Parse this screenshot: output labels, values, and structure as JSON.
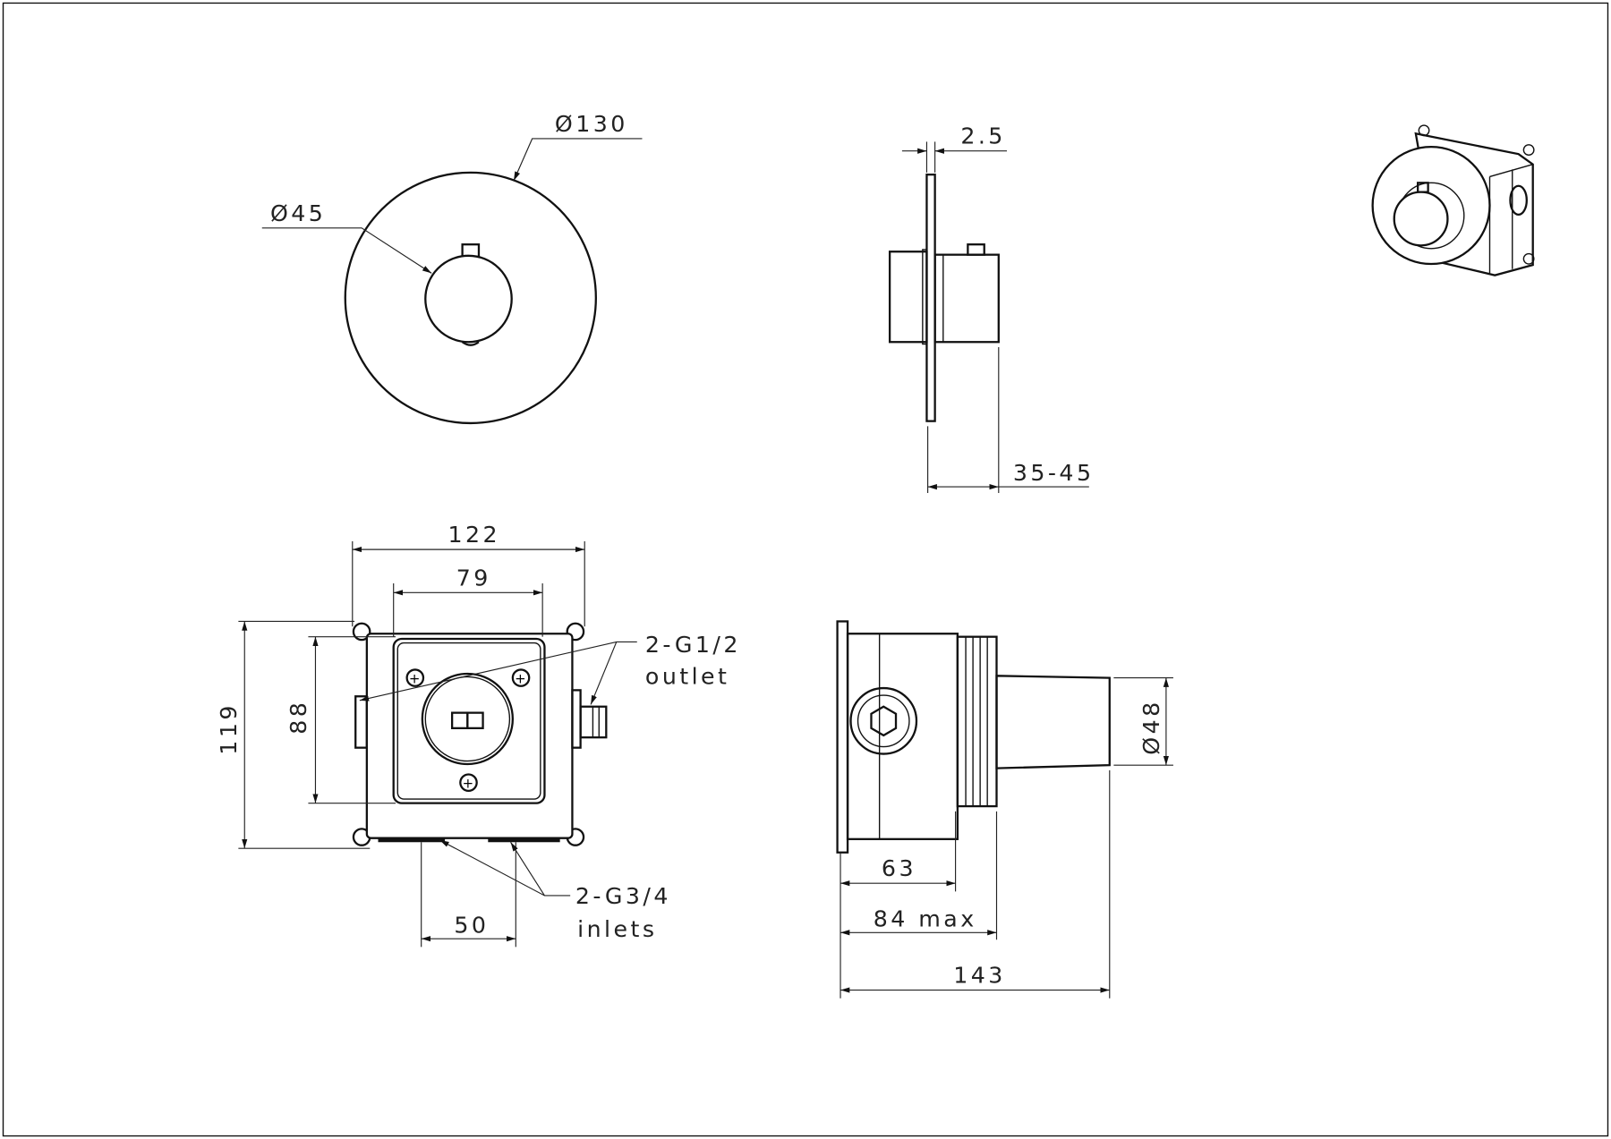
{
  "front_view": {
    "plate_diameter": "Ø130",
    "knob_diameter": "Ø45"
  },
  "side_view": {
    "plate_thickness": "2.5",
    "projection": "35-45"
  },
  "box_front_view": {
    "width": "122",
    "inner_width": "79",
    "height": "119",
    "inner_height": "88",
    "inlet_spacing": "50",
    "outlet_label_line1": "2-G1/2",
    "outlet_label_line2": "outlet",
    "inlet_label_line1": "2-G3/4",
    "inlet_label_line2": "inlets"
  },
  "box_side_view": {
    "depth": "63",
    "max_depth": "84 max",
    "total_length": "143",
    "stem_diameter": "Ø48"
  }
}
